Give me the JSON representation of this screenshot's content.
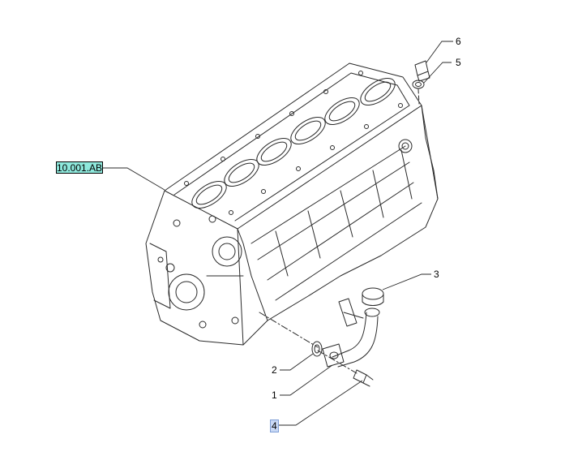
{
  "reference_label": "10.001.AB",
  "callouts": {
    "c1": "1",
    "c2": "2",
    "c3": "3",
    "c4": "4",
    "c5": "5",
    "c6": "6"
  },
  "colors": {
    "line": "#2a2a2a",
    "reference_fill": "#8ee8dc",
    "selection_fill": "#c9d9f5"
  }
}
